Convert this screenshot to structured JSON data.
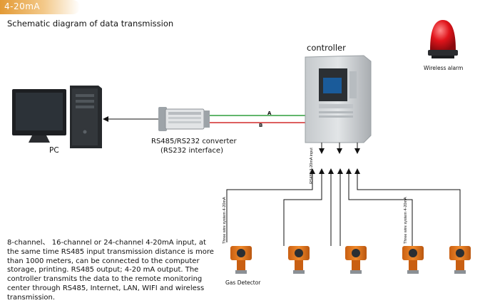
{
  "header": {
    "tag_label": "4-20mA",
    "title": "Schematic diagram of data transmission"
  },
  "labels": {
    "controller": "controller",
    "wireless_alarm": "Wireless alarm",
    "pc": "PC",
    "converter_line1": "RS485/RS232 converter",
    "converter_line2": "(RS232 interface)",
    "line_a": "A",
    "line_b": "B",
    "rs485_input": "RS485/4-20mA input",
    "three_wire_left": "Three wire system 4-20mA",
    "three_wire_right": "Three wire system 4-20mA",
    "gas_detector": "Gas Detector"
  },
  "description": "8-channel、 16-channel or 24-channel 4-20mA input, at the same time RS485 input transmission distance is more than 1000 meters, can be connected to the computer storage, printing. RS485 output; 4-20 mA output. The controller transmits the data to the remote monitoring center through RS485, Internet, LAN, WIFI and wireless transmission.",
  "colors": {
    "tag": "#e39a35",
    "wire_a": "#2e9e3c",
    "wire_b": "#d22a2a",
    "controller_body": "#d6d9dc",
    "detector": "#e87a1e",
    "alarm": "#d4141b"
  }
}
